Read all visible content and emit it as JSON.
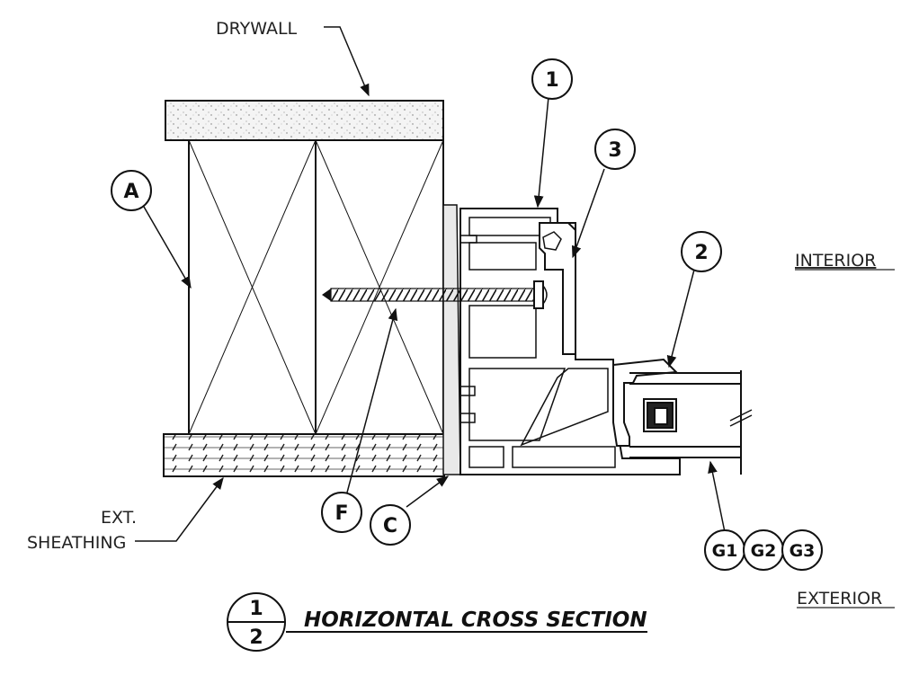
{
  "labels": {
    "drywall": "DRYWALL",
    "ext_sheathing_line1": "EXT.",
    "ext_sheathing_line2": "SHEATHING",
    "interior": "INTERIOR",
    "exterior": "EXTERIOR"
  },
  "callouts": {
    "frame": "1",
    "sash": "3",
    "glazing_bead": "2",
    "stud": "A",
    "fastener": "F",
    "sealant": "C",
    "glazing_1": "G1",
    "glazing_2": "G2",
    "glazing_3": "G3"
  },
  "title_block": {
    "detail_number": "1",
    "sheet_number": "2",
    "title": "HORIZONTAL CROSS SECTION"
  }
}
